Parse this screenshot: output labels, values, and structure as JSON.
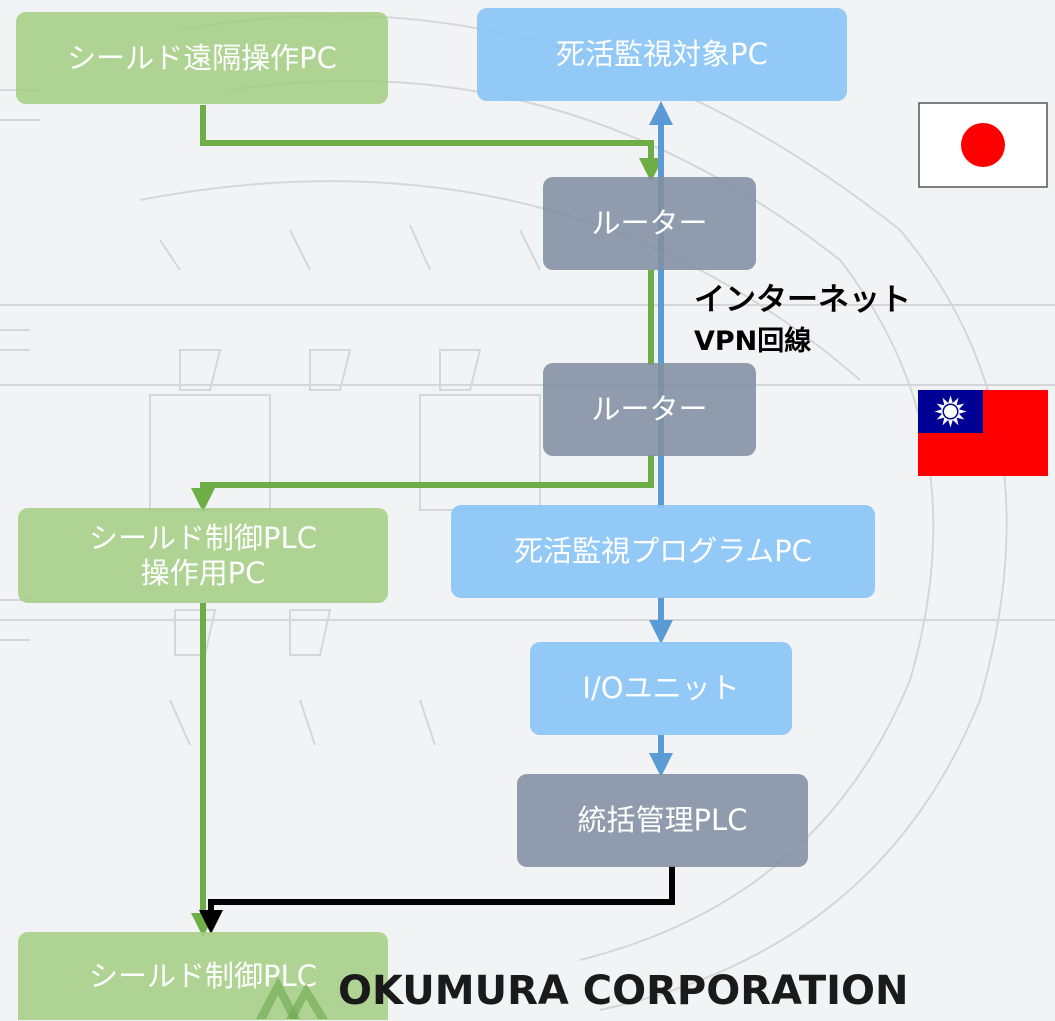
{
  "nodes": {
    "remote_pc": "シールド遠隔操作PC",
    "monitor_target_pc": "死活監視対象PC",
    "router_top": "ルーター",
    "router_bottom": "ルーター",
    "shield_plc_pc_line1": "シールド制御PLC",
    "shield_plc_pc_line2": "操作用PC",
    "monitor_program_pc": "死活監視プログラムPC",
    "io_unit": "I/Oユニット",
    "integrated_plc": "統括管理PLC",
    "shield_plc": "シールド制御PLC"
  },
  "link_label": {
    "line1": "インターネット",
    "line2": "VPN回線"
  },
  "flags": {
    "top": "japan-flag",
    "bottom": "taiwan-flag"
  },
  "company": "OKUMURA CORPORATION",
  "colors": {
    "green_box": "#a2cc80",
    "blue_box": "#87c4f6",
    "gray_box": "#828fa3",
    "green_line": "#6fad46",
    "blue_line": "#5b9bd5",
    "black_line": "#000000"
  }
}
